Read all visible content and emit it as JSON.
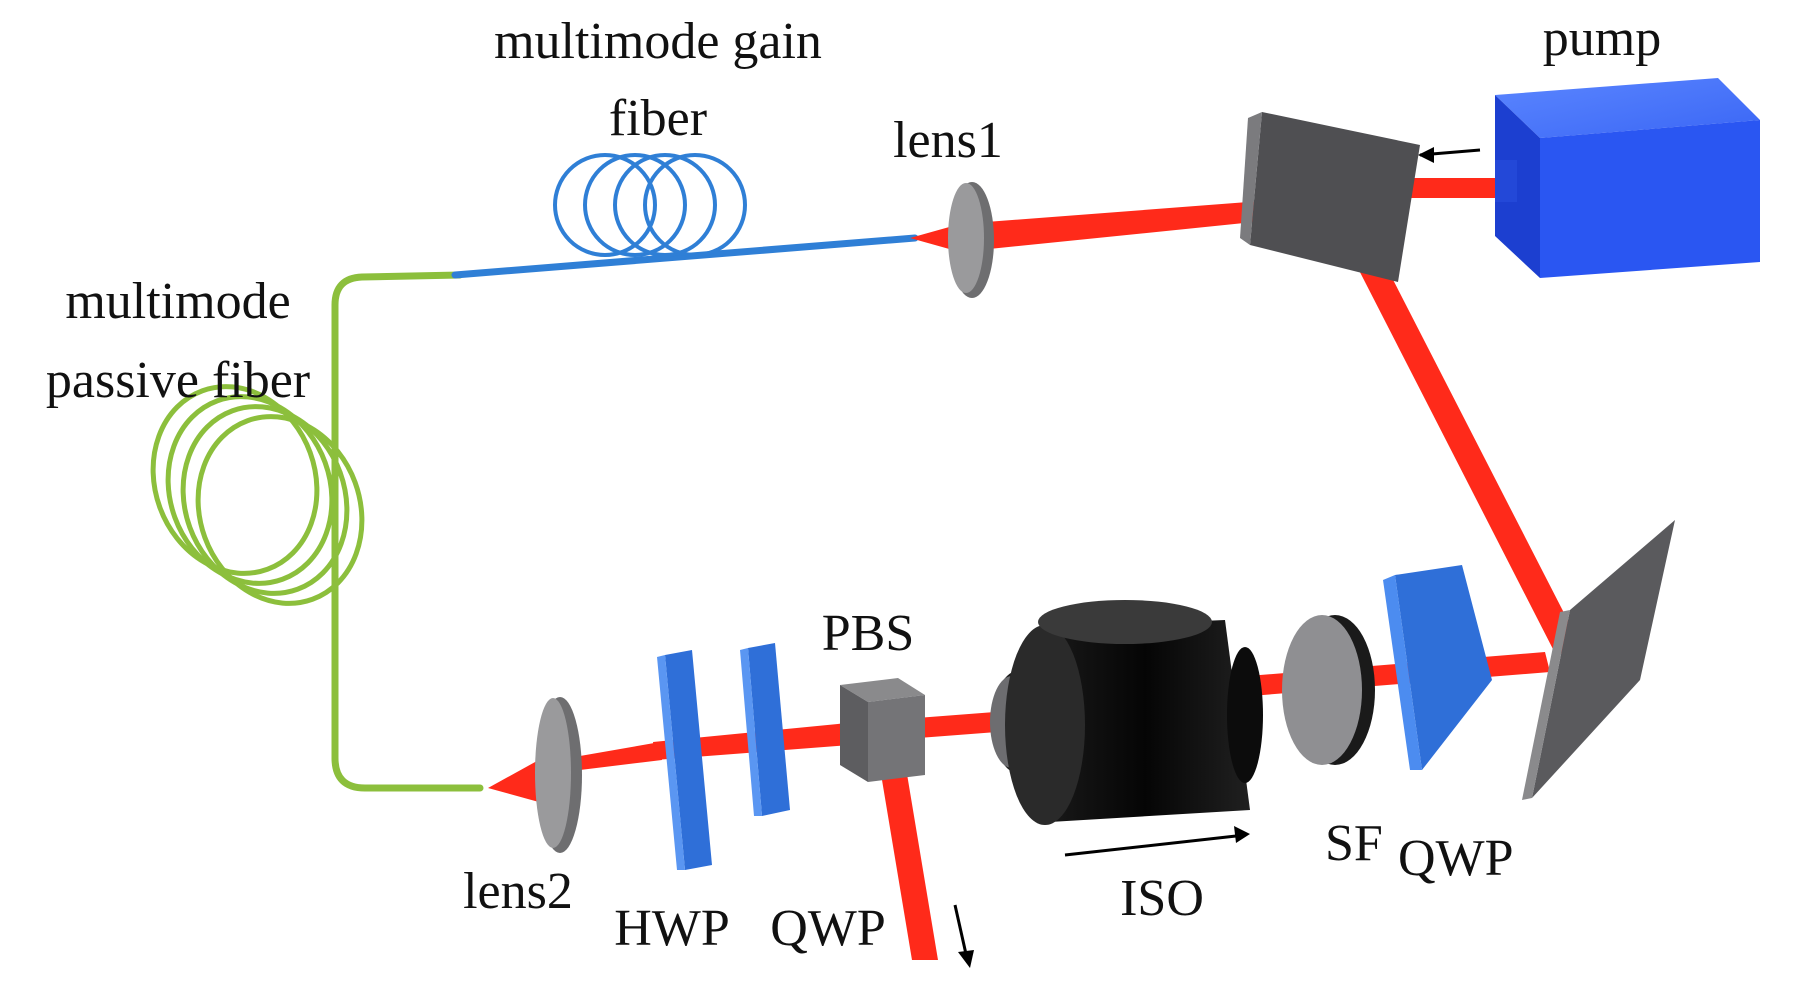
{
  "colors": {
    "beam": "#ff2a1a",
    "gain_fiber": "#2f7fd6",
    "passive_fiber": "#8cbf3c",
    "pump": "#1f4ff0",
    "mirror": "#5f5f62",
    "waveplate": "#3b7fe6",
    "isolator": "#111111",
    "lens": "#8a8a8c"
  },
  "labels": {
    "pump": "pump",
    "gain_fiber_line1": "multimode gain",
    "gain_fiber_line2": "fiber",
    "lens1": "lens1",
    "passive_fiber_line1": "multimode",
    "passive_fiber_line2": "passive fiber",
    "pbs": "PBS",
    "lens2": "lens2",
    "hwp": "HWP",
    "qwp": "QWP",
    "iso": "ISO",
    "sf": "SF",
    "qwp2": "QWP"
  }
}
